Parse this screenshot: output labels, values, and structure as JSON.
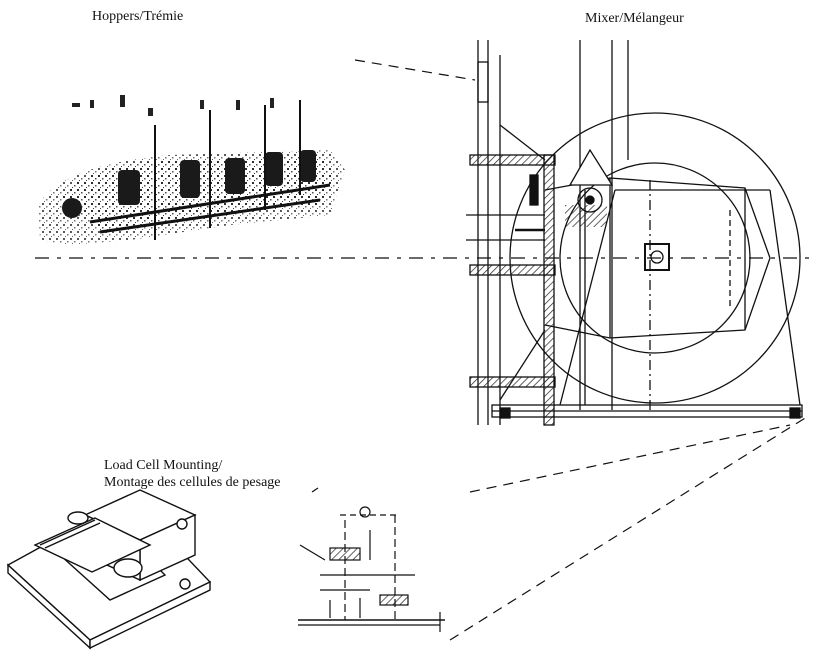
{
  "labels": {
    "hoppers": "Hoppers/Trémie",
    "mixer": "Mixer/Mélangeur",
    "load_cell_line1": "Load Cell Mounting/",
    "load_cell_line2": "Montage des cellules de pesage"
  },
  "colors": {
    "ink": "#111111",
    "hatch": "#222222",
    "background": "#ffffff"
  }
}
